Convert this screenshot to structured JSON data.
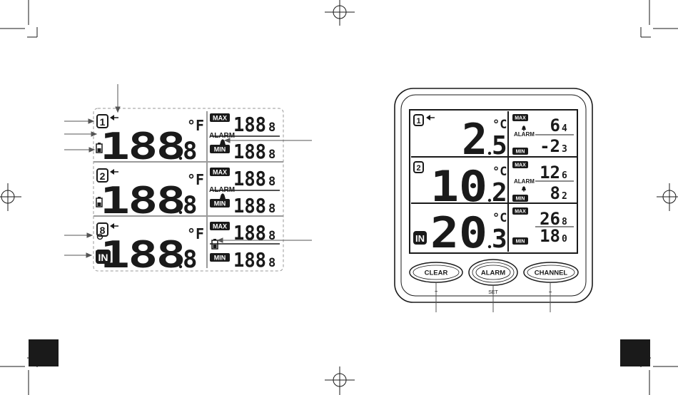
{
  "left_lcd": {
    "rows": [
      {
        "channel": "1",
        "temp": "188",
        "decimal": "8",
        "unit": "°F",
        "max": "188",
        "max_decimal": "8",
        "min": "188",
        "min_decimal": "8"
      },
      {
        "channel": "2",
        "temp": "188",
        "decimal": "8",
        "unit": "°F",
        "max": "188",
        "max_decimal": "8",
        "min": "188",
        "min_decimal": "8"
      },
      {
        "channel": "8",
        "temp": "188",
        "decimal": "8",
        "unit": "°F",
        "max": "188",
        "max_decimal": "8",
        "min": "188",
        "min_decimal": "8"
      }
    ],
    "max_label": "MAX",
    "min_label": "MIN",
    "alarm_label": "ALARM",
    "in_label": "IN"
  },
  "device": {
    "rows": [
      {
        "channel": "1",
        "temp": "2",
        "decimal": "5",
        "unit": "°C",
        "max": "6",
        "max_decimal": "4",
        "min": "-2",
        "min_decimal": "3",
        "alarm": true
      },
      {
        "channel": "2",
        "temp": "10",
        "decimal": "2",
        "unit": "°C",
        "max": "12",
        "max_decimal": "6",
        "min": "8",
        "min_decimal": "2",
        "alarm": true
      },
      {
        "channel": "IN",
        "temp": "20",
        "decimal": "3",
        "unit": "°C",
        "max": "26",
        "max_decimal": "8",
        "min": "18",
        "min_decimal": "0",
        "alarm": false
      }
    ],
    "max_label": "MAX",
    "min_label": "MIN",
    "alarm_label": "ALARM",
    "in_label": "IN",
    "buttons": {
      "clear": "CLEAR",
      "alarm": "ALARM",
      "channel": "CHANNEL"
    },
    "button_hints": {
      "minus": "−",
      "set": "SET",
      "plus": "+"
    }
  }
}
